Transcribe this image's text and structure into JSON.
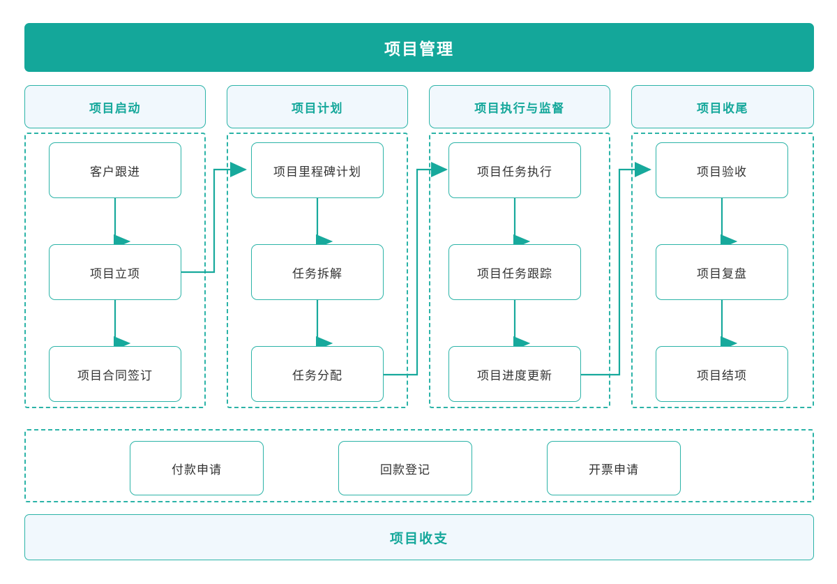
{
  "diagram": {
    "title": "项目管理",
    "accent_color": "#14A79A",
    "border_color": "#2BB3A7",
    "panel_fill": "#F1F8FD",
    "node_fill": "#FFFFFF",
    "node_text_color": "#333333",
    "page_background": "#FFFFFF"
  },
  "header": {
    "title": "项目管理"
  },
  "phases": [
    {
      "label": "项目启动",
      "nodes": [
        {
          "label": "客户跟进"
        },
        {
          "label": "项目立项"
        },
        {
          "label": "项目合同签订"
        }
      ]
    },
    {
      "label": "项目计划",
      "nodes": [
        {
          "label": "项目里程碑计划"
        },
        {
          "label": "任务拆解"
        },
        {
          "label": "任务分配"
        }
      ]
    },
    {
      "label": "项目执行与监督",
      "nodes": [
        {
          "label": "项目任务执行"
        },
        {
          "label": "项目任务跟踪"
        },
        {
          "label": "项目进度更新"
        }
      ]
    },
    {
      "label": "项目收尾",
      "nodes": [
        {
          "label": "项目验收"
        },
        {
          "label": "项目复盘"
        },
        {
          "label": "项目结项"
        }
      ]
    }
  ],
  "finance": {
    "nodes": [
      {
        "label": "付款申请"
      },
      {
        "label": "回款登记"
      },
      {
        "label": "开票申请"
      }
    ]
  },
  "footer": {
    "label": "项目收支"
  },
  "flows": {
    "within_phase": [
      {
        "from": "客户跟进",
        "to": "项目立项"
      },
      {
        "from": "项目立项",
        "to": "项目合同签订"
      },
      {
        "from": "项目里程碑计划",
        "to": "任务拆解"
      },
      {
        "from": "任务拆解",
        "to": "任务分配"
      },
      {
        "from": "项目任务执行",
        "to": "项目任务跟踪"
      },
      {
        "from": "项目任务跟踪",
        "to": "项目进度更新"
      },
      {
        "from": "项目验收",
        "to": "项目复盘"
      },
      {
        "from": "项目复盘",
        "to": "项目结项"
      }
    ],
    "between_phase": [
      {
        "from": "项目立项",
        "to": "项目里程碑计划"
      },
      {
        "from": "任务分配",
        "to": "项目任务执行"
      },
      {
        "from": "项目进度更新",
        "to": "项目验收"
      }
    ]
  }
}
